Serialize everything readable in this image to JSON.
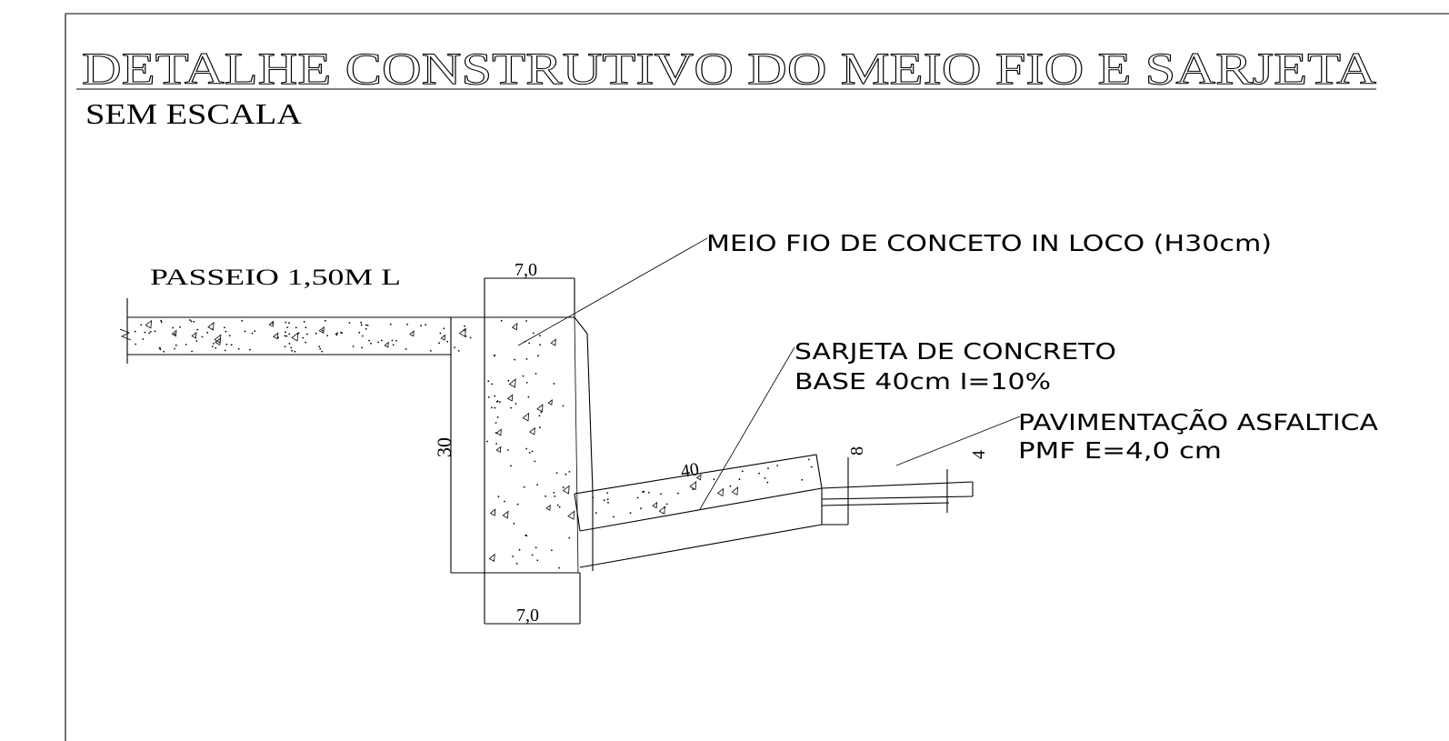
{
  "title": "DETALHE CONSTRUTIVO DO MEIO FIO E SARJETA",
  "subtitle": "SEM ESCALA",
  "labels": {
    "passeio": "PASSEIO 1,50M L",
    "meio_fio": "MEIO FIO DE CONCETO IN LOCO (H30cm)",
    "sarjeta_line1": "SARJETA DE CONCRETO",
    "sarjeta_line2": "BASE 40cm I=10%",
    "pavimentacao_line1": "PAVIMENTAÇÃO ASFALTICA",
    "pavimentacao_line2": "PMF E=4,0 cm"
  },
  "dimensions": {
    "curb_width_top": "7,0",
    "curb_width_bottom": "7,0",
    "curb_height": "30",
    "gutter_width": "40",
    "gutter_depth": "8",
    "asphalt_thickness": "4"
  }
}
